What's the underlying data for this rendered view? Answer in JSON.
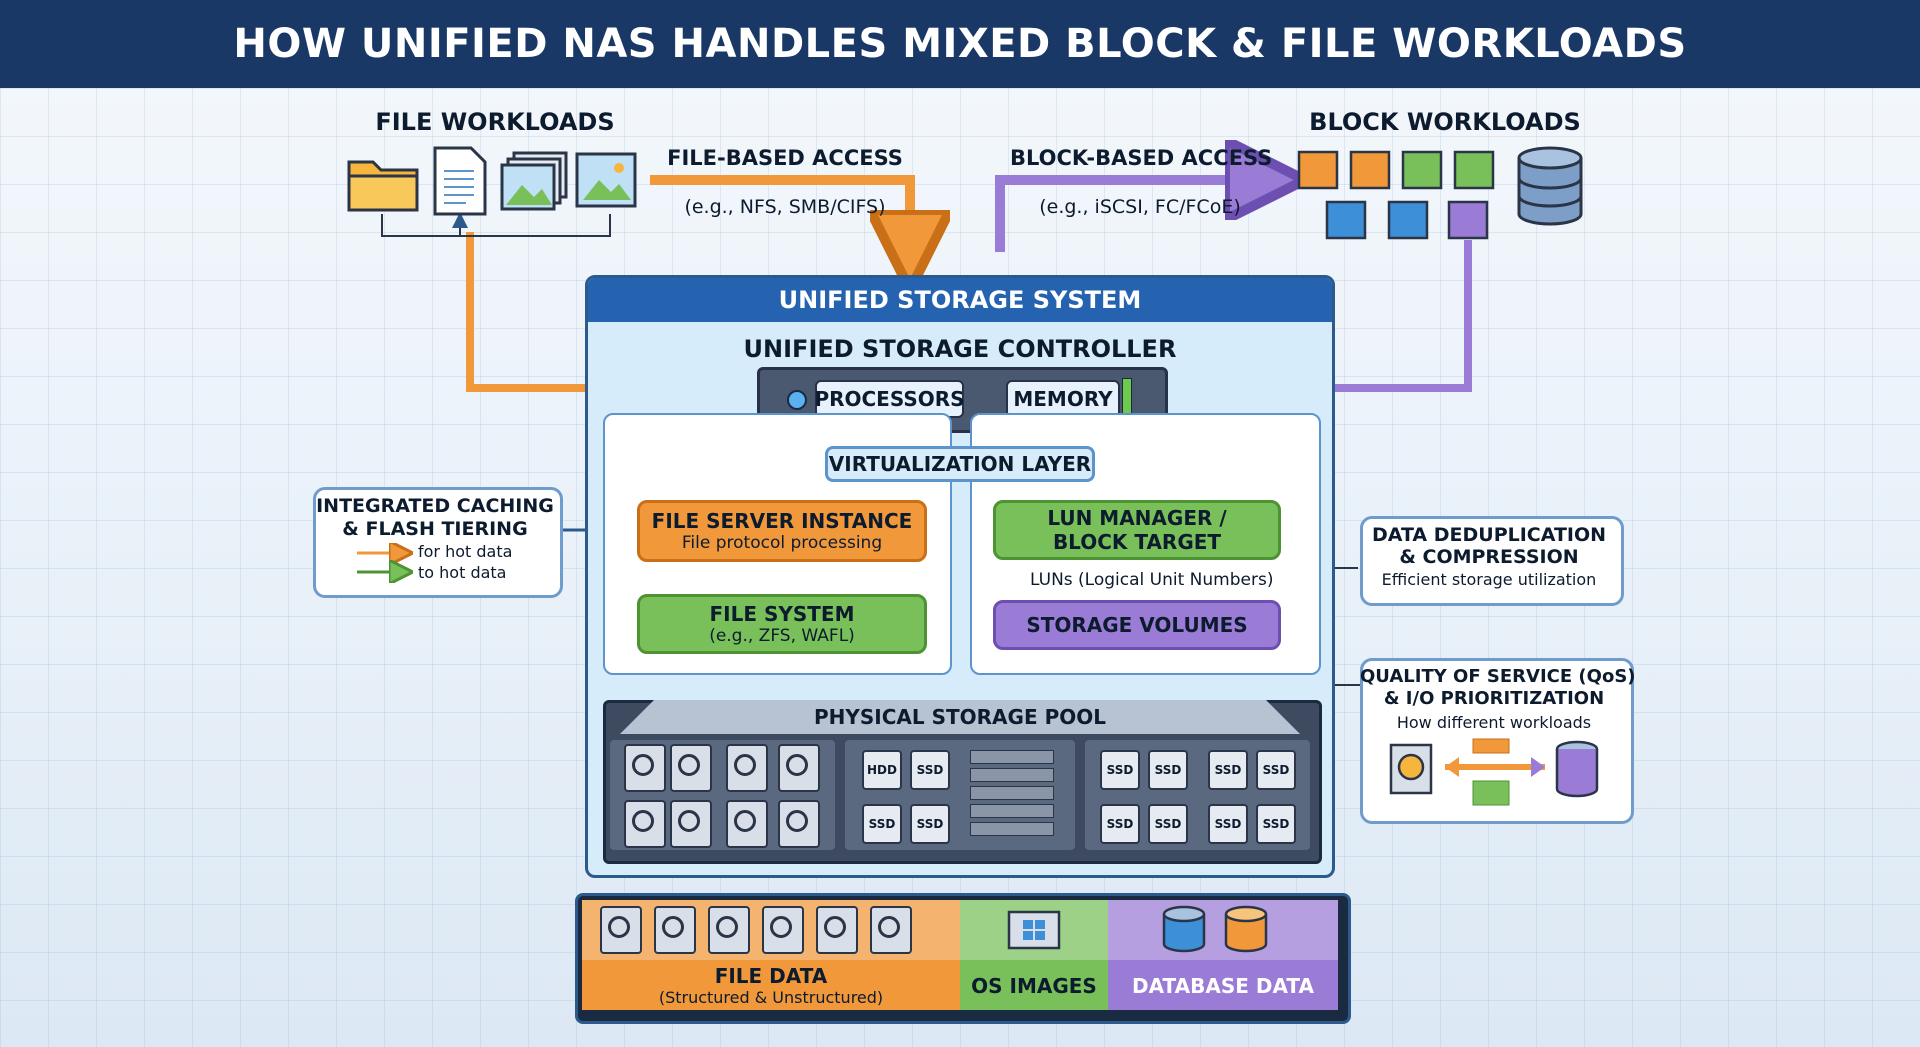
{
  "title": "HOW UNIFIED NAS HANDLES MIXED BLOCK & FILE WORKLOADS",
  "file_workloads": {
    "label": "FILE WORKLOADS",
    "access": "FILE-BASED ACCESS",
    "protocols": "(e.g., NFS, SMB/CIFS)"
  },
  "block_workloads": {
    "label": "BLOCK WORKLOADS",
    "access": "BLOCK-BASED ACCESS",
    "protocols": "(e.g., iSCSI, FC/FCoE)"
  },
  "system": {
    "title": "UNIFIED STORAGE SYSTEM",
    "controller": "UNIFIED STORAGE CONTROLLER",
    "processors": "PROCESSORS",
    "memory": "MEMORY",
    "virtualization": "VIRTUALIZATION LAYER",
    "file_server": "FILE SERVER INSTANCE",
    "file_server_sub": "File protocol processing",
    "file_system": "FILE SYSTEM",
    "file_system_sub": "(e.g., ZFS, WAFL)",
    "lun_manager": "LUN MANAGER /",
    "block_target": "BLOCK TARGET",
    "luns": "LUNs (Logical Unit Numbers)",
    "storage_volumes": "STORAGE VOLUMES",
    "pool": "PHYSICAL STORAGE POOL"
  },
  "caching": {
    "title1": "INTEGRATED CACHING",
    "title2": "& FLASH TIERING",
    "item1": "for hot data",
    "item2": "to hot data"
  },
  "dedup": {
    "title1": "DATA DEDUPLICATION",
    "title2": "& COMPRESSION",
    "sub": "Efficient storage utilization"
  },
  "qos": {
    "title1": "QUALITY OF SERVICE (QoS)",
    "title2": "& I/O PRIORITIZATION",
    "sub": "How different workloads"
  },
  "drives": {
    "hdd": "HDD",
    "ssd": "SSD"
  },
  "data_types": {
    "file_data": "FILE DATA",
    "file_data_sub": "(Structured & Unstructured)",
    "os_images": "OS IMAGES",
    "database_data": "DATABASE DATA"
  },
  "colors": {
    "orange": "#f0983a",
    "green": "#79c05a",
    "purple": "#9a7bd6",
    "blue": "#1a3866"
  }
}
